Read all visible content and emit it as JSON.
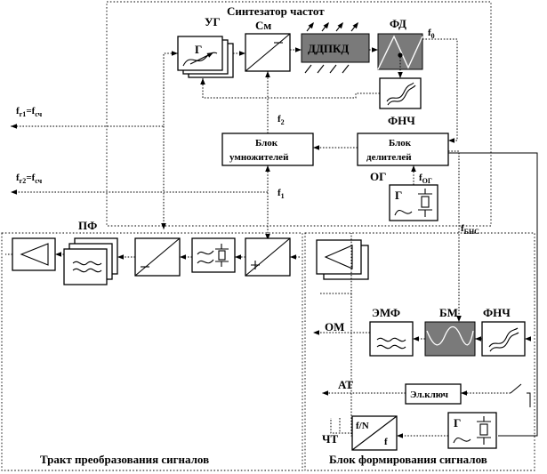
{
  "synth_title": "Синтезатор частот",
  "path_title": "Тракт преобразования сигналов",
  "form_title": "Блок формирования сигналов",
  "blocks": {
    "ug": "УГ",
    "sm": "См",
    "ddpkd": "ДДПКД",
    "fd": "ФД",
    "fnch": "ФНЧ",
    "mult_line1": "Блок",
    "mult_line2": "умножителей",
    "div_line1": "Блок",
    "div_line2": "делителей",
    "og": "ОГ",
    "pf": "ПФ",
    "emf": "ЭМФ",
    "bm": "БМ",
    "fnch2": "ФНЧ",
    "elkey": "Эл.ключ",
    "gen": "Г",
    "fN_top": "f/N",
    "fN_bottom": "f"
  },
  "signals": {
    "fg1": "f",
    "fg1_sub": "г1",
    "fg1_eq": "=f",
    "fg1_eq_sub": "сч",
    "fg2": "f",
    "fg2_sub": "г2",
    "fg2_eq": "=f",
    "fg2_eq_sub": "сч",
    "f0": "f",
    "f0_sub": "0",
    "f2": "f",
    "f2_sub": "2",
    "f1": "f",
    "f1_sub": "1",
    "fog": "f",
    "fog_sub": "ОГ",
    "fbns": "f",
    "fbns_sub": "БНС",
    "om": "ОМ",
    "at": "АТ",
    "cht": "ЧТ"
  }
}
